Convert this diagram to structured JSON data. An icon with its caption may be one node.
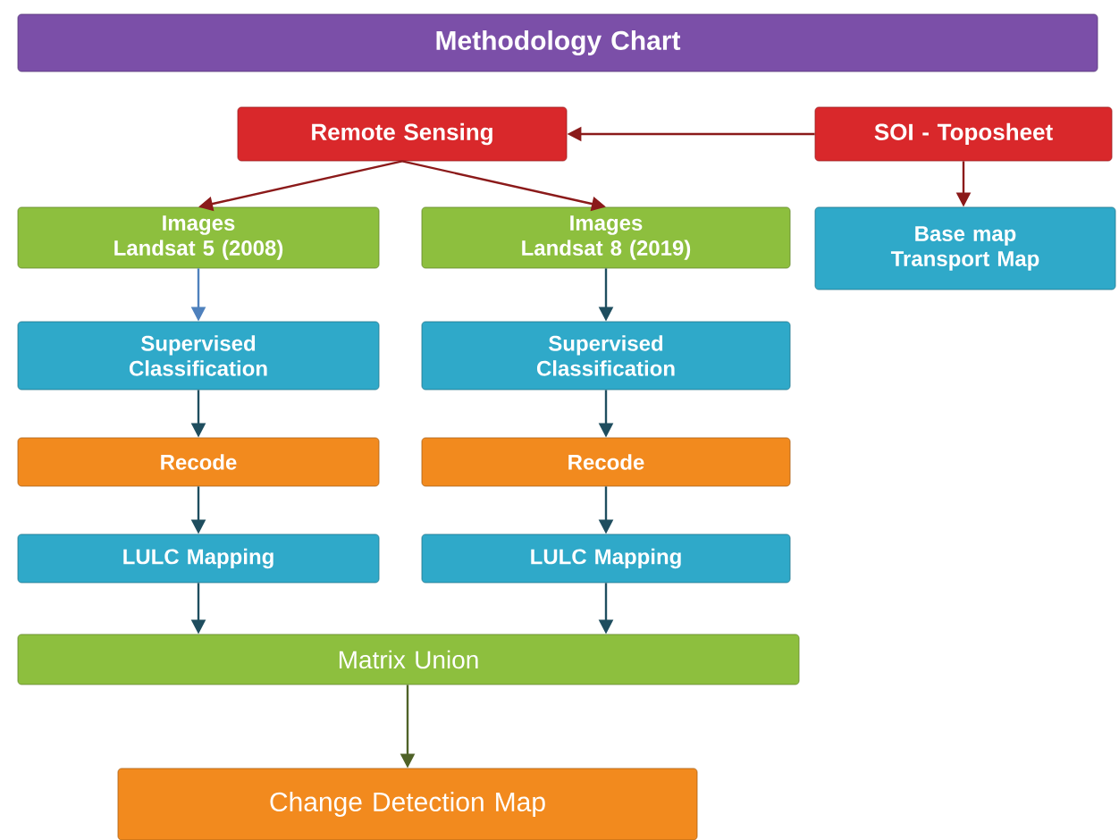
{
  "diagram": {
    "nodes": [
      {
        "text": [
          "Methodology Chart"
        ]
      },
      {
        "text": [
          "Remote Sensing"
        ]
      },
      {
        "text": [
          "SOI - Toposheet"
        ]
      },
      {
        "text": [
          "Images",
          "Landsat 5 (2008)"
        ]
      },
      {
        "text": [
          "Images",
          "Landsat 8 (2019)"
        ]
      },
      {
        "text": [
          "Base map Transport Map"
        ]
      },
      {
        "text": [
          "Supervised Classification"
        ]
      },
      {
        "text": [
          "Supervised Classification"
        ]
      },
      {
        "text": [
          "Recode"
        ]
      },
      {
        "text": [
          "Recode"
        ]
      },
      {
        "text": [
          "LULC Mapping"
        ]
      },
      {
        "text": [
          "LULC Mapping"
        ]
      },
      {
        "text": [
          "Matrix Union"
        ]
      },
      {
        "text": [
          "Change Detection Map"
        ]
      }
    ],
    "edges": [
      {
        "from": 2,
        "to": 1,
        "arrow": "to",
        "color": "#8b1a1a"
      },
      {
        "from": 1,
        "to": 3,
        "arrow": "to",
        "color": "#8b1a1a"
      },
      {
        "from": 1,
        "to": 4,
        "arrow": "to",
        "color": "#8b1a1a"
      },
      {
        "from": 2,
        "to": 5,
        "arrow": "to",
        "color": "#8b1a1a"
      },
      {
        "from": 3,
        "to": 6,
        "arrow": "to",
        "color": "#4f81bd"
      },
      {
        "from": 4,
        "to": 7,
        "arrow": "to"
      },
      {
        "from": 6,
        "to": 8,
        "arrow": "to"
      },
      {
        "from": 7,
        "to": 9,
        "arrow": "to"
      },
      {
        "from": 8,
        "to": 10,
        "arrow": "to"
      },
      {
        "from": 9,
        "to": 11,
        "arrow": "to"
      },
      {
        "from": 10,
        "to": 12,
        "arrow": "to"
      },
      {
        "from": 11,
        "to": 12,
        "arrow": "to"
      },
      {
        "from": 12,
        "to": 13,
        "arrow": "to",
        "color": "#4f6228"
      }
    ]
  }
}
